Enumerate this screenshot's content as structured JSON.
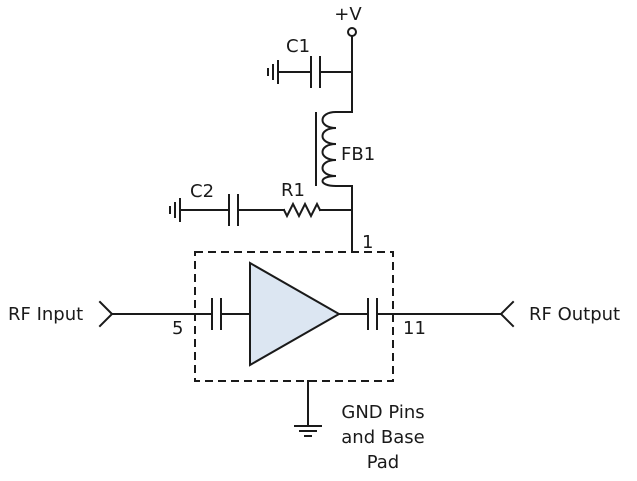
{
  "labels": {
    "supply": "+V",
    "c1": "C1",
    "fb1": "FB1",
    "r1": "R1",
    "c2": "C2",
    "pin1": "1",
    "rf_input": "RF Input",
    "pin5": "5",
    "pin11": "11",
    "rf_output": "RF Output",
    "gnd_line1": "GND Pins",
    "gnd_line2": "and Base",
    "gnd_line3": "Pad"
  },
  "colors": {
    "line": "#1a1a1a",
    "amplifier_fill": "#dce6f2",
    "background": "#ffffff"
  }
}
